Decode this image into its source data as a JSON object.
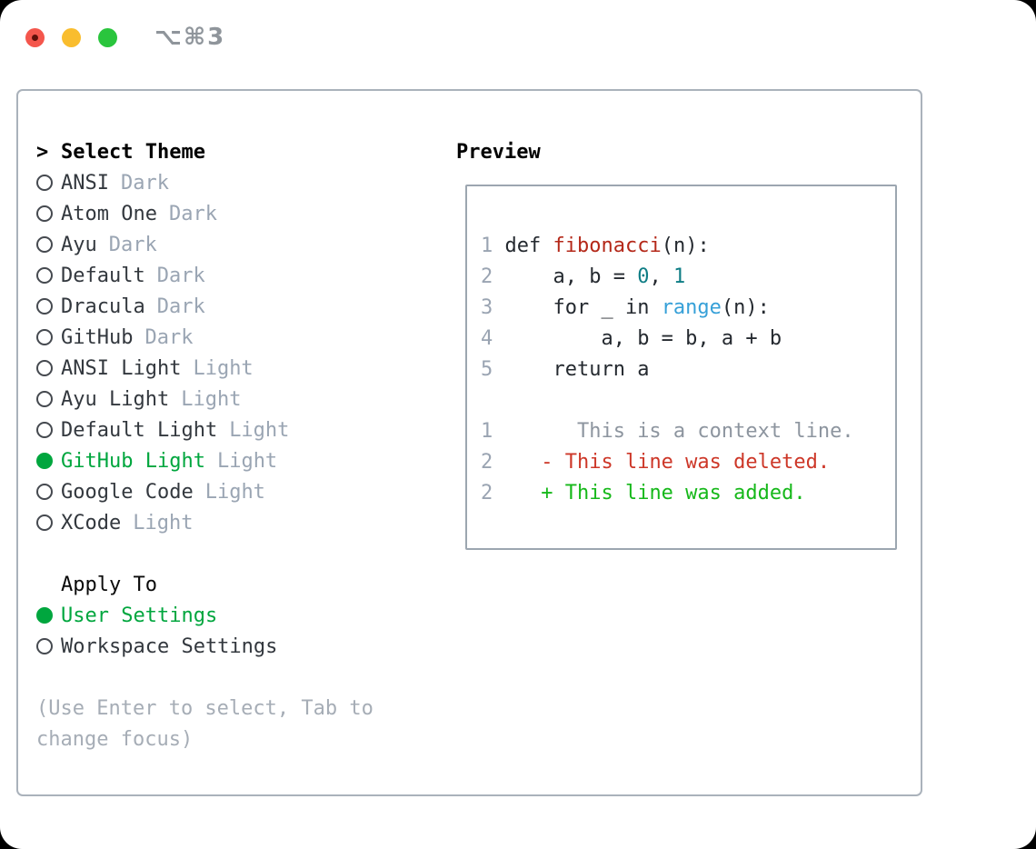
{
  "window": {
    "title": "⌥⌘3",
    "traffic_lights": [
      "close",
      "minimize",
      "zoom"
    ]
  },
  "colors": {
    "selection_green": "#00a63e",
    "added_green": "#16b81a",
    "deleted_red": "#cd3728",
    "function_red": "#b42819",
    "literal_teal": "#0e7d85",
    "builtin_blue": "#36a0d8",
    "muted_gray": "#9aa5b3",
    "hint_gray": "#a6adb6",
    "panel_border": "#aab2bb"
  },
  "left": {
    "prompt_marker": ">",
    "title": "Select Theme",
    "themes": [
      {
        "name": "ANSI",
        "variant": "Dark",
        "selected": false
      },
      {
        "name": "Atom One",
        "variant": "Dark",
        "selected": false
      },
      {
        "name": "Ayu",
        "variant": "Dark",
        "selected": false
      },
      {
        "name": "Default",
        "variant": "Dark",
        "selected": false
      },
      {
        "name": "Dracula",
        "variant": "Dark",
        "selected": false
      },
      {
        "name": "GitHub",
        "variant": "Dark",
        "selected": false
      },
      {
        "name": "ANSI Light",
        "variant": "Light",
        "selected": false
      },
      {
        "name": "Ayu Light",
        "variant": "Light",
        "selected": false
      },
      {
        "name": "Default Light",
        "variant": "Light",
        "selected": false
      },
      {
        "name": "GitHub Light",
        "variant": "Light",
        "selected": true
      },
      {
        "name": "Google Code",
        "variant": "Light",
        "selected": false
      },
      {
        "name": "XCode",
        "variant": "Light",
        "selected": false
      }
    ],
    "apply_title": "Apply To",
    "apply_options": [
      {
        "label": "User Settings",
        "selected": true
      },
      {
        "label": "Workspace Settings",
        "selected": false
      }
    ],
    "hint_line1": "(Use Enter to select, Tab to",
    "hint_line2": "change focus)"
  },
  "preview": {
    "title": "Preview",
    "code_lines": [
      [
        {
          "t": "1 ",
          "c": "num"
        },
        {
          "t": "def ",
          "c": "code"
        },
        {
          "t": "fibonacci",
          "c": "fn"
        },
        {
          "t": "(n):",
          "c": "code"
        }
      ],
      [
        {
          "t": "2 ",
          "c": "num"
        },
        {
          "t": "    a, b = ",
          "c": "code"
        },
        {
          "t": "0",
          "c": "lit"
        },
        {
          "t": ", ",
          "c": "code"
        },
        {
          "t": "1",
          "c": "lit"
        }
      ],
      [
        {
          "t": "3 ",
          "c": "num"
        },
        {
          "t": "    for _ in ",
          "c": "code"
        },
        {
          "t": "range",
          "c": "builtin"
        },
        {
          "t": "(n):",
          "c": "code"
        }
      ],
      [
        {
          "t": "4 ",
          "c": "num"
        },
        {
          "t": "        a, b = b, a + b",
          "c": "code"
        }
      ],
      [
        {
          "t": "5 ",
          "c": "num"
        },
        {
          "t": "    return a",
          "c": "code"
        }
      ],
      [],
      [
        {
          "t": "1",
          "c": "num"
        },
        {
          "t": "       This is a context line.",
          "c": "ctx"
        }
      ],
      [
        {
          "t": "2",
          "c": "num"
        },
        {
          "t": "    ",
          "c": "code"
        },
        {
          "t": "- This line was deleted.",
          "c": "del"
        }
      ],
      [
        {
          "t": "2",
          "c": "num"
        },
        {
          "t": "    ",
          "c": "code"
        },
        {
          "t": "+ This line was added.",
          "c": "add"
        }
      ]
    ]
  }
}
